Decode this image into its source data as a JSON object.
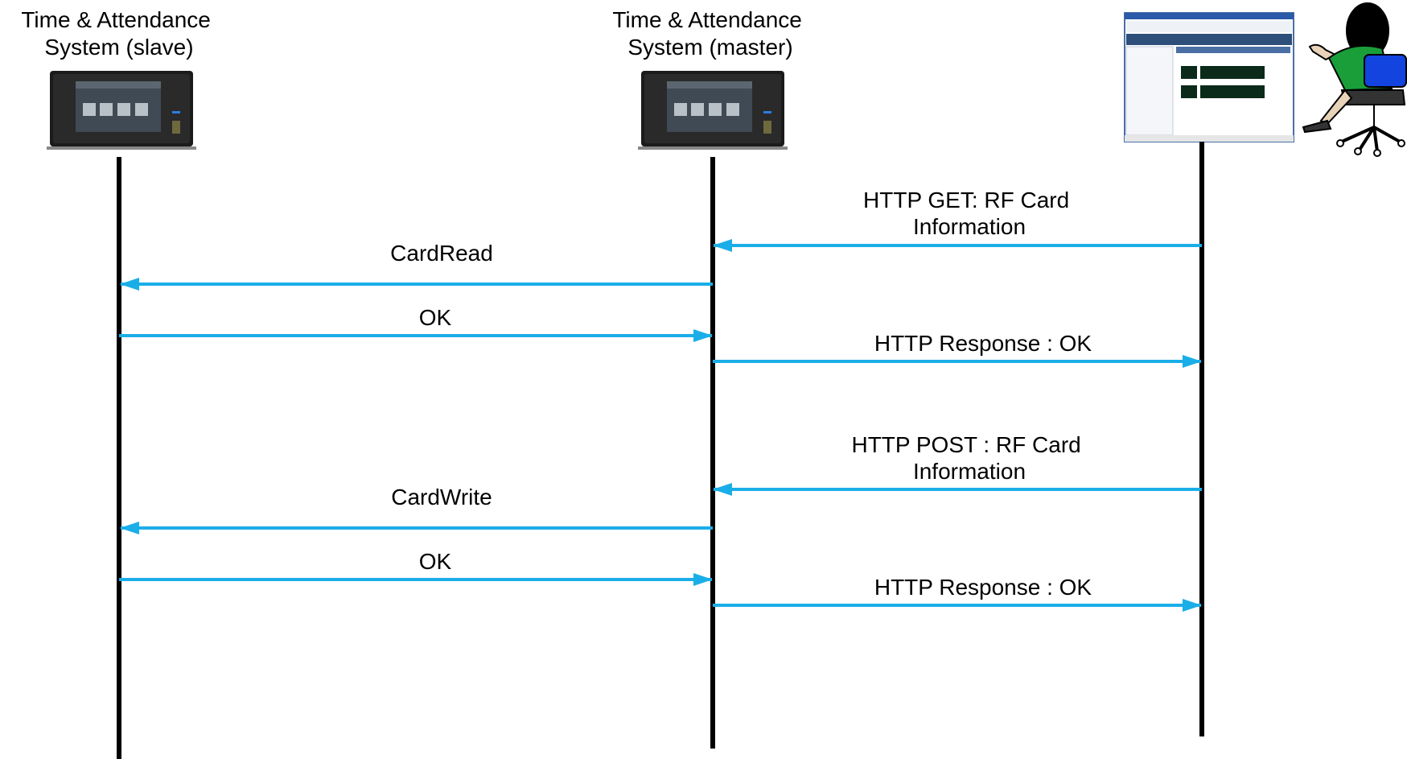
{
  "participants": [
    {
      "id": "slave",
      "title_lines": [
        "Time & Attendance",
        "System (slave)"
      ],
      "device": "attendance-terminal"
    },
    {
      "id": "master",
      "title_lines": [
        "Time & Attendance",
        "System (master)"
      ],
      "device": "attendance-terminal"
    },
    {
      "id": "client",
      "title_lines": [],
      "device": "web-browser-screenshot",
      "figure": "user-at-desk"
    }
  ],
  "messages": [
    {
      "from": "client",
      "to": "master",
      "label_lines": [
        "HTTP GET: RF Card",
        "Information"
      ]
    },
    {
      "from": "master",
      "to": "slave",
      "label_lines": [
        "CardRead"
      ]
    },
    {
      "from": "slave",
      "to": "master",
      "label_lines": [
        "OK"
      ]
    },
    {
      "from": "master",
      "to": "client",
      "label_lines": [
        "HTTP Response : OK"
      ]
    },
    {
      "from": "client",
      "to": "master",
      "label_lines": [
        "HTTP POST : RF Card",
        "Information"
      ]
    },
    {
      "from": "master",
      "to": "slave",
      "label_lines": [
        "CardWrite"
      ]
    },
    {
      "from": "slave",
      "to": "master",
      "label_lines": [
        "OK"
      ]
    },
    {
      "from": "master",
      "to": "client",
      "label_lines": [
        "HTTP Response : OK"
      ]
    }
  ],
  "colors": {
    "arrow": "#1aaee8",
    "lifeline": "#000000",
    "text": "#000000"
  }
}
